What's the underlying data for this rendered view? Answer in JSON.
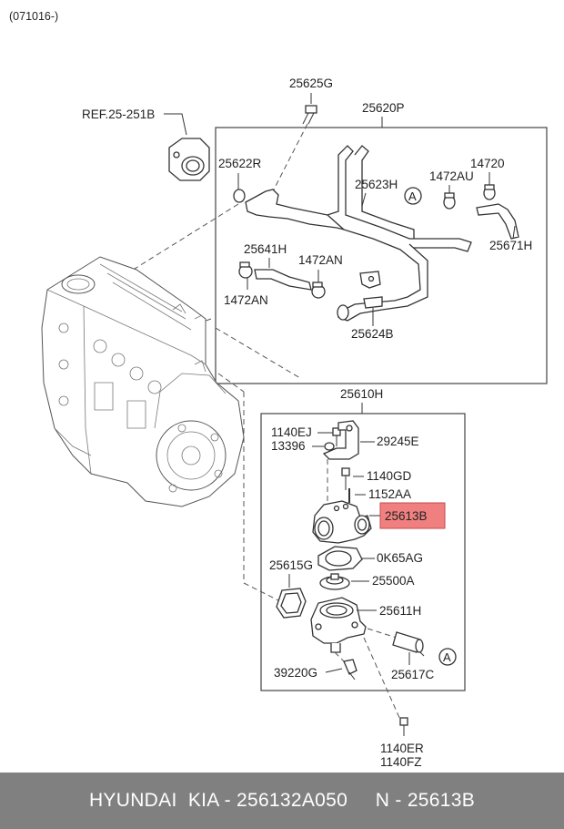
{
  "diagram": {
    "date_code": "(071016-)",
    "ref_label": "REF.25-251B",
    "callout_a": "A",
    "labels": {
      "p25625G": "25625G",
      "p25620P": "25620P",
      "p25622R": "25622R",
      "p25623H": "25623H",
      "p1472AU": "1472AU",
      "p14720": "14720",
      "p25671H": "25671H",
      "p25641H": "25641H",
      "p1472AN_a": "1472AN",
      "p1472AN_b": "1472AN",
      "p25624B": "25624B",
      "p25610H": "25610H",
      "p1140EJ": "1140EJ",
      "p13396": "13396",
      "p29245E": "29245E",
      "p1140GD": "1140GD",
      "p1152AA": "1152AA",
      "p25613B": "25613B",
      "p25615G": "25615G",
      "p0K65AG": "0K65AG",
      "p25500A": "25500A",
      "p25611H": "25611H",
      "p39220G": "39220G",
      "p25617C": "25617C",
      "p1140ER": "1140ER",
      "p1140FZ": "1140FZ"
    },
    "highlight_color": "#f08080"
  },
  "footer": {
    "text": "HYUNDAI  KIA - 256132A050     N - 25613B"
  }
}
